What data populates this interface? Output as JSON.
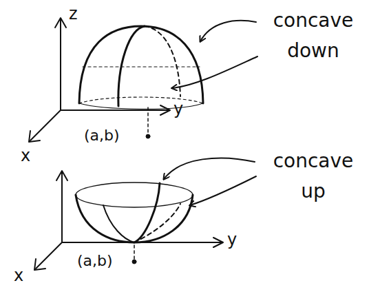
{
  "diagram": {
    "labels": [
      "z",
      "concave down",
      "y",
      "x",
      "(a,b)",
      "concave up",
      "y",
      "x",
      "(a,b)"
    ]
  }
}
